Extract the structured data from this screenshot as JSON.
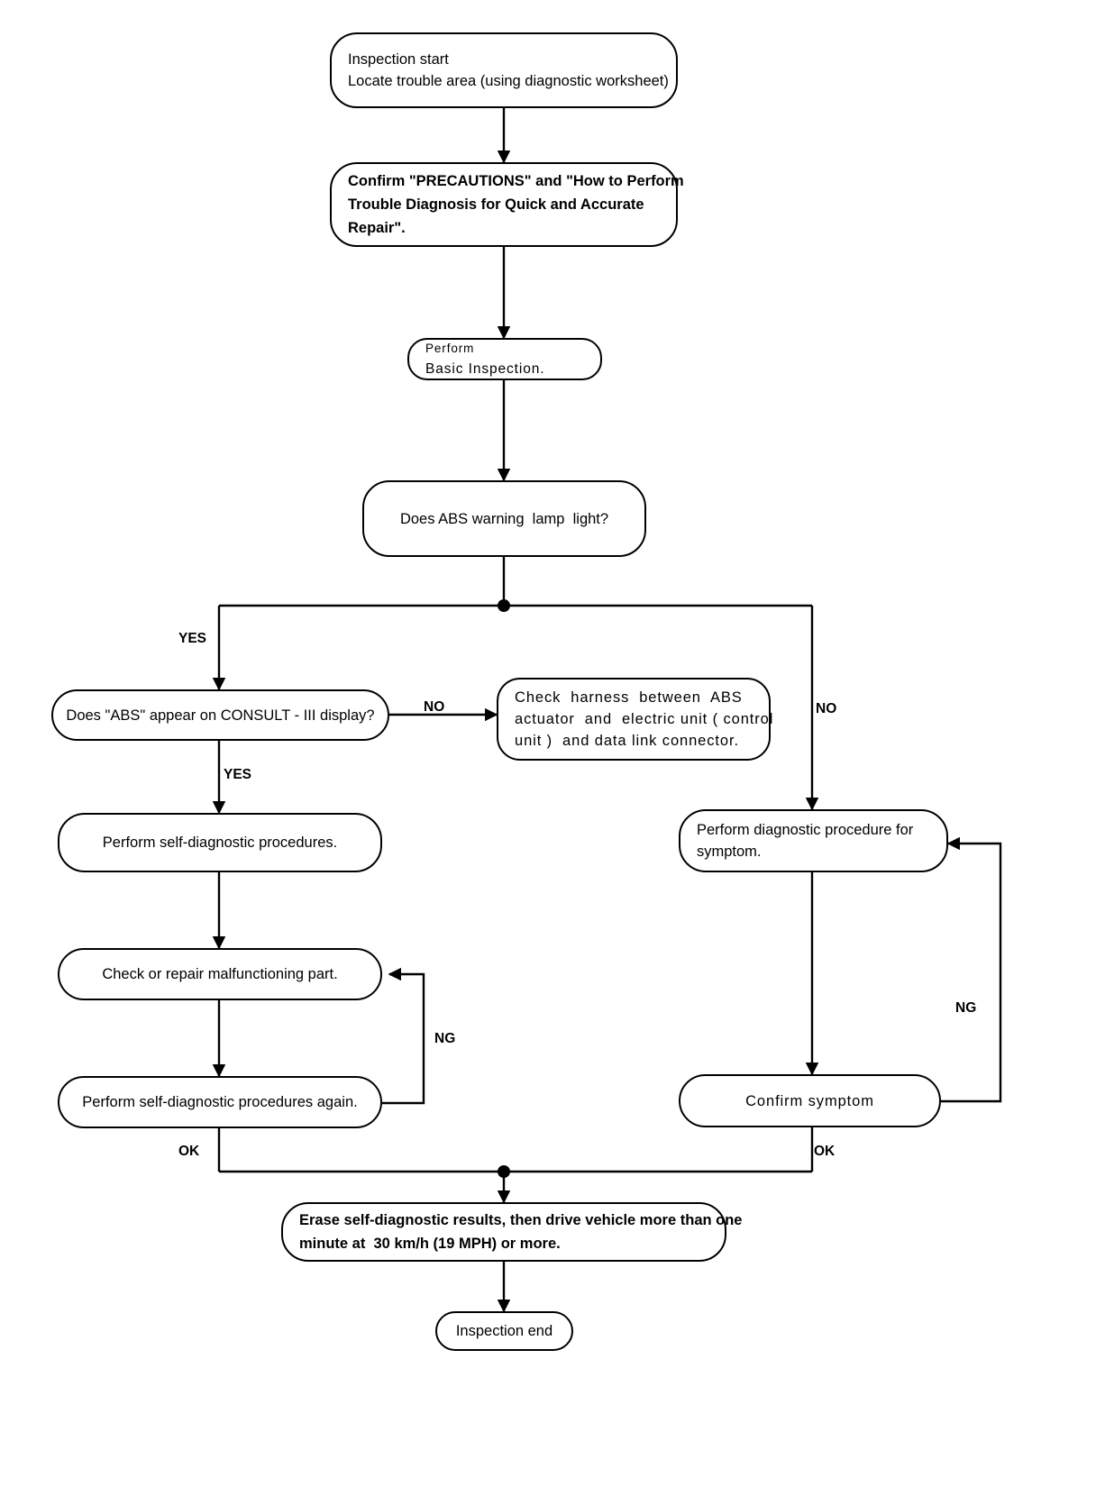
{
  "diagram": {
    "title": "ABS Trouble Diagnosis Work Flow",
    "type": "flowchart",
    "line_color": "#000000",
    "background_color": "#ffffff",
    "nodes": [
      {
        "id": "inspection-start",
        "shape": "rounded-rectangle",
        "lines": [
          "Inspection start",
          "Locate trouble area (using diagnostic worksheet)"
        ]
      },
      {
        "id": "confirm-precautions",
        "shape": "rounded-rectangle",
        "lines": [
          "Confirm \"PRECAUTIONS\" and \"How to Perform",
          "Trouble Diagnosis for Quick and Accurate",
          "Repair\"."
        ]
      },
      {
        "id": "basic-inspection",
        "shape": "rounded-rectangle",
        "lines": [
          "Perform",
          "Basic Inspection."
        ]
      },
      {
        "id": "abs-warning-lamp",
        "shape": "rounded-rectangle",
        "lines": [
          "Does ABS warning  lamp  light?"
        ]
      },
      {
        "id": "abs-on-consult",
        "shape": "rounded-rectangle",
        "lines": [
          "Does \"ABS\" appear on CONSULT - III display?"
        ]
      },
      {
        "id": "check-harness",
        "shape": "rounded-rectangle",
        "lines": [
          "Check  harness  between  ABS",
          "actuator  and  electric unit ( control",
          "unit )  and data link connector."
        ]
      },
      {
        "id": "self-diagnostic",
        "shape": "rounded-rectangle",
        "lines": [
          "Perform self-diagnostic procedures."
        ]
      },
      {
        "id": "diagnostic-symptom",
        "shape": "rounded-rectangle",
        "lines": [
          "Perform diagnostic procedure for",
          "symptom."
        ]
      },
      {
        "id": "check-repair",
        "shape": "rounded-rectangle",
        "lines": [
          "Check or repair malfunctioning part."
        ]
      },
      {
        "id": "self-diagnostic-again",
        "shape": "rounded-rectangle",
        "lines": [
          "Perform self-diagnostic procedures again."
        ]
      },
      {
        "id": "confirm-symptom",
        "shape": "rounded-rectangle",
        "lines": [
          "Confirm symptom"
        ]
      },
      {
        "id": "erase-results",
        "shape": "rounded-rectangle",
        "lines": [
          "Erase self-diagnostic results, then drive vehicle more than one",
          "minute at  30 km/h (19 MPH) or more."
        ]
      },
      {
        "id": "inspection-end",
        "shape": "rounded-rectangle",
        "lines": [
          "Inspection end"
        ]
      }
    ],
    "edge_labels": [
      {
        "id": "yes-1",
        "text": "YES"
      },
      {
        "id": "no-1",
        "text": "NO"
      },
      {
        "id": "no-2",
        "text": "NO"
      },
      {
        "id": "yes-2",
        "text": "YES"
      },
      {
        "id": "ng-1",
        "text": "NG"
      },
      {
        "id": "ng-2",
        "text": "NG"
      },
      {
        "id": "ok-1",
        "text": "OK"
      },
      {
        "id": "ok-2",
        "text": "OK"
      }
    ]
  }
}
